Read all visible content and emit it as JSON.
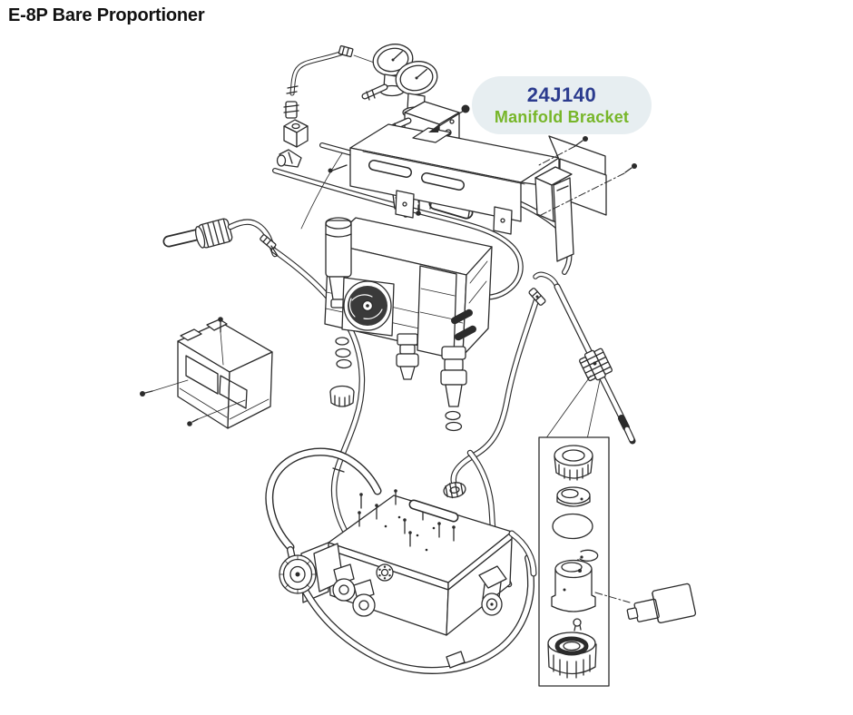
{
  "page": {
    "title": "E-8P Bare Proportioner"
  },
  "callout": {
    "part_number": "24J140",
    "part_name": "Manifold Bracket"
  },
  "colors": {
    "background": "#ffffff",
    "title_text": "#111111",
    "callout_bg": "#e7eef1",
    "part_number_text": "#2b3b8e",
    "part_name_text": "#77b629",
    "line_art": "#2b2b2b"
  }
}
